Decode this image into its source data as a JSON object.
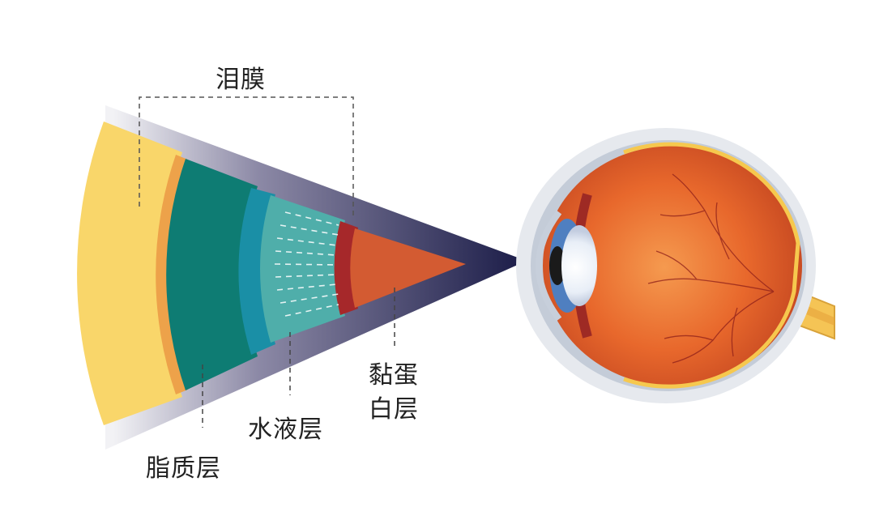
{
  "labels": {
    "tear_film": "泪膜",
    "lipid_layer": "脂质层",
    "aqueous_layer": "水液层",
    "mucin_line1": "黏蛋",
    "mucin_line2": "白层"
  },
  "colors": {
    "lipid": "#F9D66A",
    "lipid_edge": "#EDA24A",
    "aqueous_outer": "#0E7C73",
    "aqueous_mid": "#1A8FA6",
    "aqueous_inner": "#4FAEAA",
    "mucin_edge": "#A6282A",
    "mucin": "#D35B32",
    "cone_dark": "#1A1B47",
    "eye_outer": "#E6E9EE",
    "eyeball": "#E0622B",
    "iris": "#4F7FC0"
  }
}
